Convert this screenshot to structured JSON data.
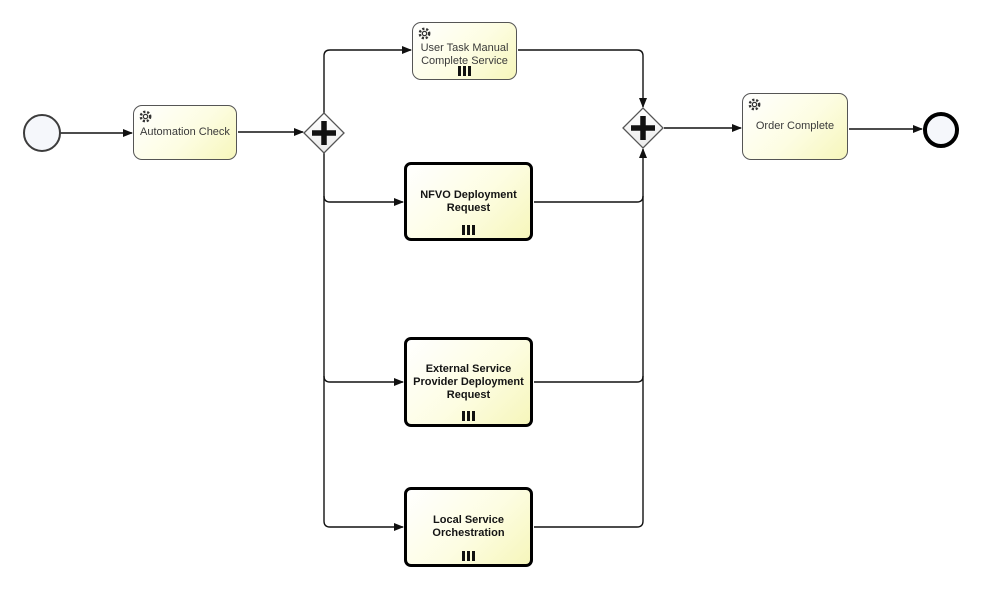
{
  "diagram": {
    "type": "bpmn-process",
    "background": "#ffffff",
    "nodes": {
      "start_event": {
        "kind": "start-event",
        "label": ""
      },
      "automation_check": {
        "kind": "service-task",
        "label": "Automation Check",
        "icon": "gear-icon"
      },
      "split_gateway": {
        "kind": "parallel-gateway",
        "icon": "plus-icon"
      },
      "user_task_manual": {
        "kind": "service-task",
        "label": "User Task Manual Complete Service",
        "icon": "gear-icon",
        "marker": "multi-instance-parallel"
      },
      "nfvo_deployment": {
        "kind": "call-activity",
        "label": "NFVO Deployment Request",
        "marker": "multi-instance-parallel"
      },
      "external_provider": {
        "kind": "call-activity",
        "label": "External Service Provider Deployment Request",
        "marker": "multi-instance-parallel"
      },
      "local_orchestration": {
        "kind": "call-activity",
        "label": "Local Service Orchestration",
        "marker": "multi-instance-parallel"
      },
      "join_gateway": {
        "kind": "parallel-gateway",
        "icon": "plus-icon"
      },
      "order_complete": {
        "kind": "service-task",
        "label": "Order Complete",
        "icon": "gear-icon"
      },
      "end_event": {
        "kind": "end-event",
        "label": ""
      }
    },
    "edges": [
      {
        "from": "start_event",
        "to": "automation_check"
      },
      {
        "from": "automation_check",
        "to": "split_gateway"
      },
      {
        "from": "split_gateway",
        "to": "user_task_manual"
      },
      {
        "from": "split_gateway",
        "to": "nfvo_deployment"
      },
      {
        "from": "split_gateway",
        "to": "external_provider"
      },
      {
        "from": "split_gateway",
        "to": "local_orchestration"
      },
      {
        "from": "user_task_manual",
        "to": "join_gateway"
      },
      {
        "from": "nfvo_deployment",
        "to": "join_gateway"
      },
      {
        "from": "external_provider",
        "to": "join_gateway"
      },
      {
        "from": "local_orchestration",
        "to": "join_gateway"
      },
      {
        "from": "join_gateway",
        "to": "order_complete"
      },
      {
        "from": "order_complete",
        "to": "end_event"
      }
    ],
    "colors": {
      "background": "#ffffff",
      "task_fill_top": "#ffffff",
      "task_fill_bottom": "#f6f6bb",
      "task_border": "#555555",
      "call_activity_border": "#000000",
      "gateway_fill_top": "#ffffff",
      "gateway_fill_bottom": "#ebebeb",
      "gateway_border": "#555555",
      "event_fill": "#f5f7fb",
      "start_event_border": "#3c3c3c",
      "end_event_border": "#000000",
      "connector": "#111111"
    }
  }
}
